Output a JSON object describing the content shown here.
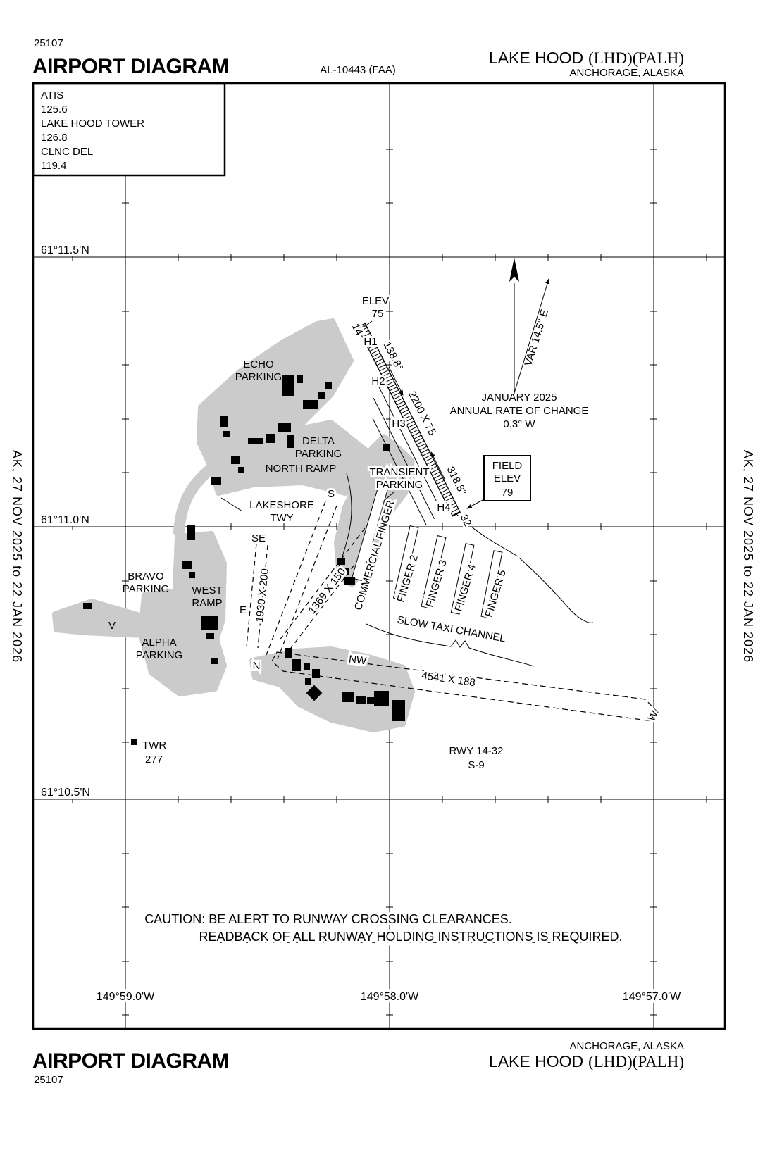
{
  "header": {
    "chart_code": "25107",
    "title": "AIRPORT DIAGRAM",
    "al_number": "AL-10443 (FAA)",
    "airport_name": "LAKE HOOD",
    "airport_codes": "(LHD)(PALH)",
    "city_state": "ANCHORAGE, ALASKA"
  },
  "footer": {
    "chart_code": "25107",
    "title": "AIRPORT DIAGRAM",
    "airport_name": "LAKE HOOD",
    "airport_codes": "(LHD)(PALH)",
    "city_state": "ANCHORAGE, ALASKA"
  },
  "margins": {
    "left": "AK,  27 NOV 2025  to  22 JAN 2026",
    "right": "AK,  27 NOV 2025  to  22 JAN 2026"
  },
  "frequencies": {
    "atis_label": "ATIS",
    "atis": "125.6",
    "tower_label": "LAKE HOOD TOWER",
    "tower": "126.8",
    "clnc_label": "CLNC DEL",
    "clnc": "119.4"
  },
  "graticule": {
    "lat": [
      "61°11.5'N",
      "61°11.0'N",
      "61°10.5'N"
    ],
    "lon": [
      "149°59.0'W",
      "149°58.0'W",
      "149°57.0'W"
    ]
  },
  "north": {
    "variation": "VAR 14.5° E",
    "january": "JANUARY 2025",
    "rate1": "ANNUAL RATE OF CHANGE",
    "rate2": "0.3° W"
  },
  "field_elev": {
    "field": "FIELD",
    "elev": "ELEV",
    "value": "79"
  },
  "runway": {
    "num14": "14",
    "num32": "32",
    "hdg14": "138.8°",
    "hdg32": "318.8°",
    "dims": "2200 X 75",
    "elev_label": "ELEV",
    "elev_value": "75",
    "helipads": [
      "H1",
      "H2",
      "H3",
      "H4"
    ],
    "info_line1": "RWY 14-32",
    "info_line2": "S-9"
  },
  "water_lanes": {
    "lane_ns_dims": "1930 X 200",
    "lane_nwse_dims": "1369 X 150",
    "lane_ew_dims": "4541 X 188",
    "end_s": "S",
    "end_se": "SE",
    "end_e": "E",
    "end_n": "N",
    "end_nw": "NW",
    "end_w": "W",
    "slow_taxi": "SLOW TAXI CHANNEL"
  },
  "ramps": {
    "echo1": "ECHO",
    "echo2": "PARKING",
    "delta1": "DELTA",
    "delta2": "PARKING",
    "north_ramp": "NORTH RAMP",
    "transient1": "TRANSIENT",
    "transient2": "PARKING",
    "lakeshore1": "LAKESHORE",
    "lakeshore2": "TWY",
    "bravo1": "BRAVO",
    "bravo2": "PARKING",
    "west1": "WEST",
    "west2": "RAMP",
    "alpha1": "ALPHA",
    "alpha2": "PARKING",
    "v_marker": "V"
  },
  "fingers": {
    "commercial": "COMMERCIAL FINGER",
    "f2": "FINGER 2",
    "f3": "FINGER 3",
    "f4": "FINGER 4",
    "f5": "FINGER 5"
  },
  "tower": {
    "label": "TWR",
    "value": "277"
  },
  "caution": {
    "line1": "CAUTION: BE ALERT TO RUNWAY CROSSING CLEARANCES.",
    "line2": "READBACK OF ALL RUNWAY HOLDING INSTRUCTIONS IS REQUIRED."
  }
}
